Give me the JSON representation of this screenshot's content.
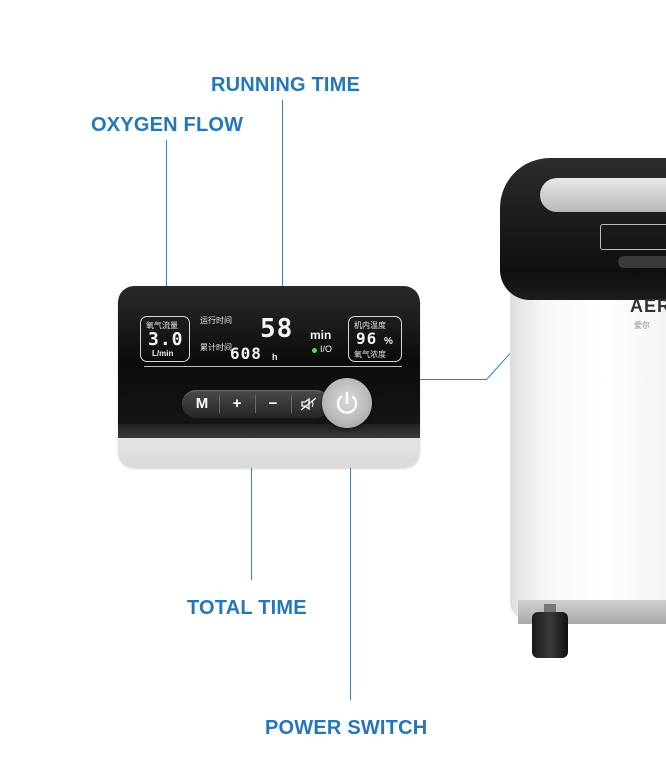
{
  "callouts": {
    "running_time": "RUNNING TIME",
    "oxygen_flow": "OXYGEN FLOW",
    "total_time": "TOTAL TIME",
    "power_switch": "POWER SWITCH"
  },
  "panel": {
    "flow_label": "氧气流量",
    "flow_value": "3.0",
    "flow_unit": "L/min",
    "run_label": "运行时间",
    "run_value": "58",
    "run_unit": "min",
    "total_label": "累计时间",
    "total_value": "608",
    "total_unit": "h",
    "temp_label": "机内温度",
    "conc_value": "96",
    "conc_unit": "%",
    "conc_label": "氧气浓度",
    "io_label": "I/O",
    "buttons": {
      "mode": "M",
      "plus": "+",
      "minus": "−"
    }
  },
  "device": {
    "logo": "AER",
    "sublogo": "爱尔"
  },
  "colors": {
    "accent": "#2477b8",
    "leader": "#2e86c8",
    "status_led": "#5bd35b"
  },
  "icons": [
    "mute-icon",
    "power-icon"
  ]
}
